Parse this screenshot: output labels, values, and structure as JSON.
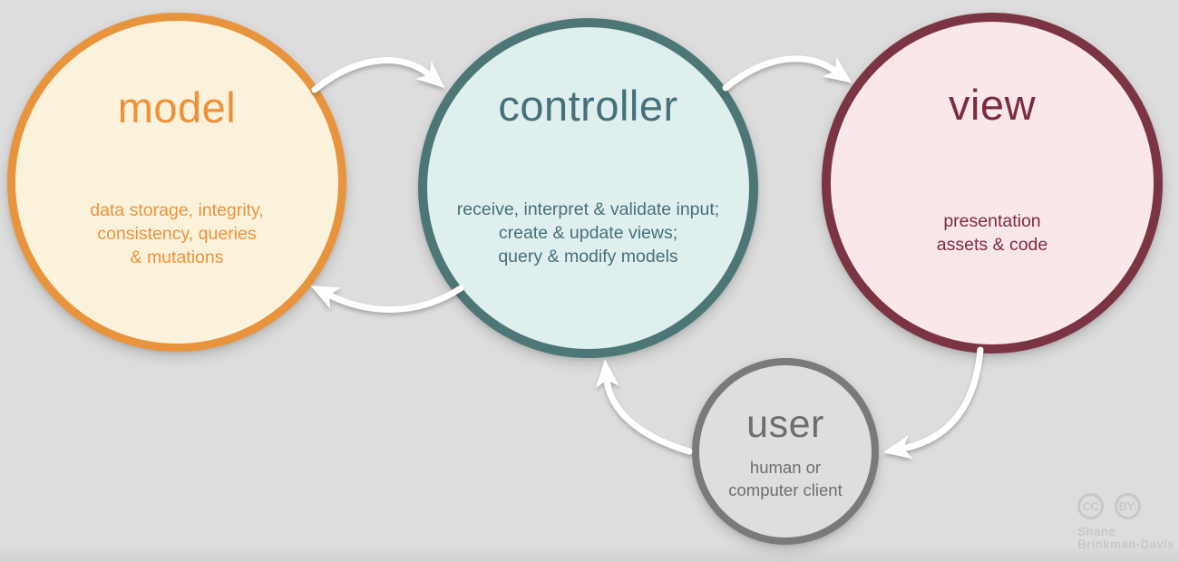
{
  "background": "#dcdcdc",
  "arrow_color": "#ffffff",
  "nodes": {
    "model": {
      "label": "model",
      "desc_lines": [
        "data storage, integrity,",
        "consistency, queries",
        "& mutations"
      ],
      "border_color": "#e8943c",
      "fill_color": "#fbf2dc",
      "text_color": "#ef9138"
    },
    "controller": {
      "label": "controller",
      "desc_lines": [
        "receive, interpret & validate input;",
        "create & update views;",
        "query & modify models"
      ],
      "border_color": "#4d7677",
      "fill_color": "#dfefed",
      "text_color": "#46707b"
    },
    "view": {
      "label": "view",
      "desc_lines": [
        "presentation",
        "assets & code"
      ],
      "border_color": "#7b3442",
      "fill_color": "#fae7e9",
      "text_color": "#7c2c3f"
    },
    "user": {
      "label": "user",
      "desc_lines": [
        "human or",
        "computer client"
      ],
      "border_color": "#7a7a7a",
      "fill_color": "#dedede",
      "text_color": "#6e6e6e"
    }
  },
  "arrows": [
    {
      "name": "model-to-controller"
    },
    {
      "name": "controller-to-view"
    },
    {
      "name": "controller-to-model"
    },
    {
      "name": "view-to-user"
    },
    {
      "name": "user-to-controller"
    }
  ],
  "credit": {
    "cc_label": "CC",
    "by_label": "BY:",
    "name_line1": "Shane",
    "name_line2": "Brinkman-Davis",
    "color": "#c8c8c8"
  }
}
